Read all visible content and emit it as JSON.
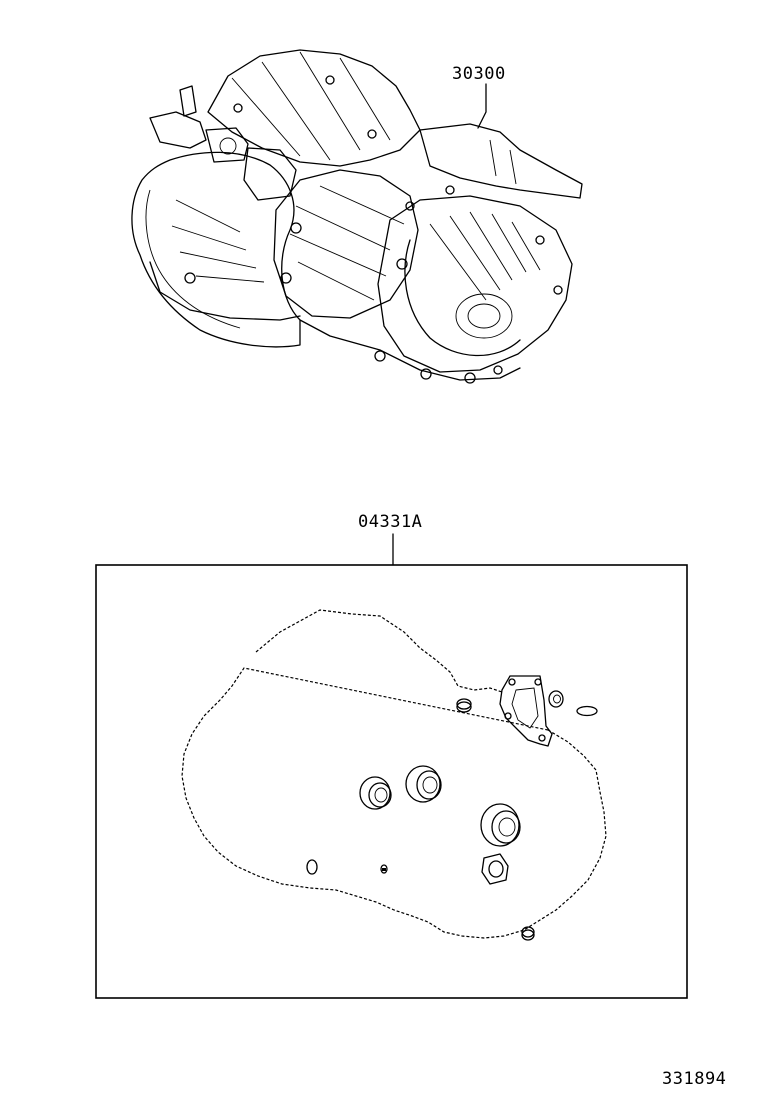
{
  "callouts": {
    "assembly_part_no": "30300",
    "gasket_kit_part_no": "04331A"
  },
  "illustration_ref": "331894",
  "colors": {
    "line": "#000000",
    "background": "#ffffff"
  }
}
